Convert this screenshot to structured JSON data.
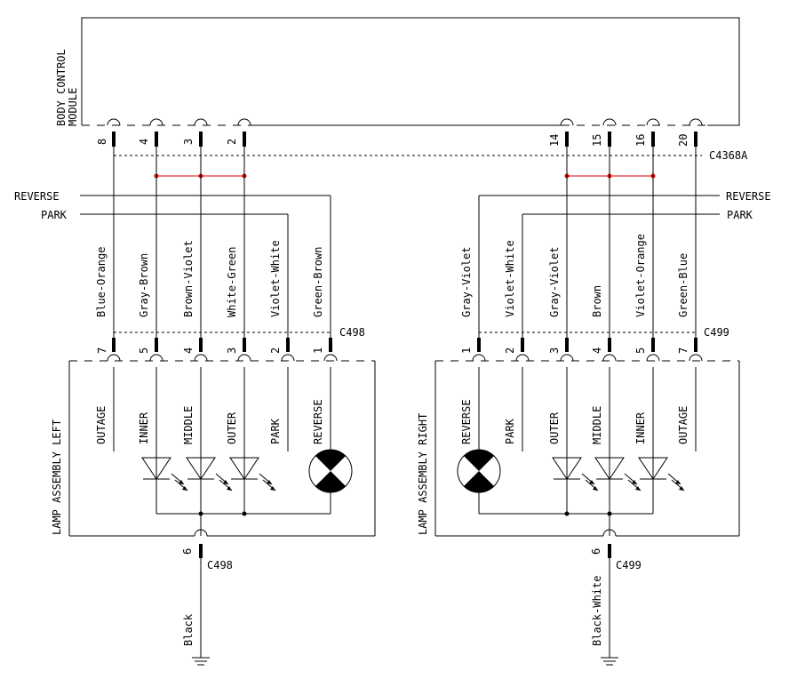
{
  "module_label": [
    "BODY CONTROL",
    "MODULE"
  ],
  "connector_top": "C4368A",
  "bus_labels": {
    "reverse": "REVERSE",
    "park": "PARK"
  },
  "left": {
    "assembly_label": "LAMP ASSEMBLY LEFT",
    "connector": "C498",
    "ground_connector": "C498",
    "ground_pin": "6",
    "ground_wire": "Black",
    "circuits": [
      {
        "module_pin": "8",
        "wire": "Blue-Orange",
        "lamp_pin": "7",
        "function": "OUTAGE"
      },
      {
        "module_pin": "4",
        "wire": "Gray-Brown",
        "lamp_pin": "5",
        "function": "INNER"
      },
      {
        "module_pin": "3",
        "wire": "Brown-Violet",
        "lamp_pin": "4",
        "function": "MIDDLE"
      },
      {
        "module_pin": "2",
        "wire": "White-Green",
        "lamp_pin": "3",
        "function": "OUTER"
      },
      {
        "module_pin": "",
        "wire": "Violet-White",
        "lamp_pin": "2",
        "function": "PARK"
      },
      {
        "module_pin": "",
        "wire": "Green-Brown",
        "lamp_pin": "1",
        "function": "REVERSE"
      }
    ]
  },
  "right": {
    "assembly_label": "LAMP ASSEMBLY RIGHT",
    "connector": "C499",
    "ground_connector": "C499",
    "ground_pin": "6",
    "ground_wire": "Black-White",
    "circuits": [
      {
        "module_pin": "",
        "wire": "Gray-Violet",
        "lamp_pin": "1",
        "function": "REVERSE"
      },
      {
        "module_pin": "",
        "wire": "Violet-White",
        "lamp_pin": "2",
        "function": "PARK"
      },
      {
        "module_pin": "14",
        "wire": "Gray-Violet",
        "lamp_pin": "3",
        "function": "OUTER"
      },
      {
        "module_pin": "15",
        "wire": "Brown",
        "lamp_pin": "4",
        "function": "MIDDLE"
      },
      {
        "module_pin": "16",
        "wire": "Violet-Orange",
        "lamp_pin": "5",
        "function": "INNER"
      },
      {
        "module_pin": "20",
        "wire": "Green-Blue",
        "lamp_pin": "7",
        "function": "OUTAGE"
      }
    ]
  }
}
